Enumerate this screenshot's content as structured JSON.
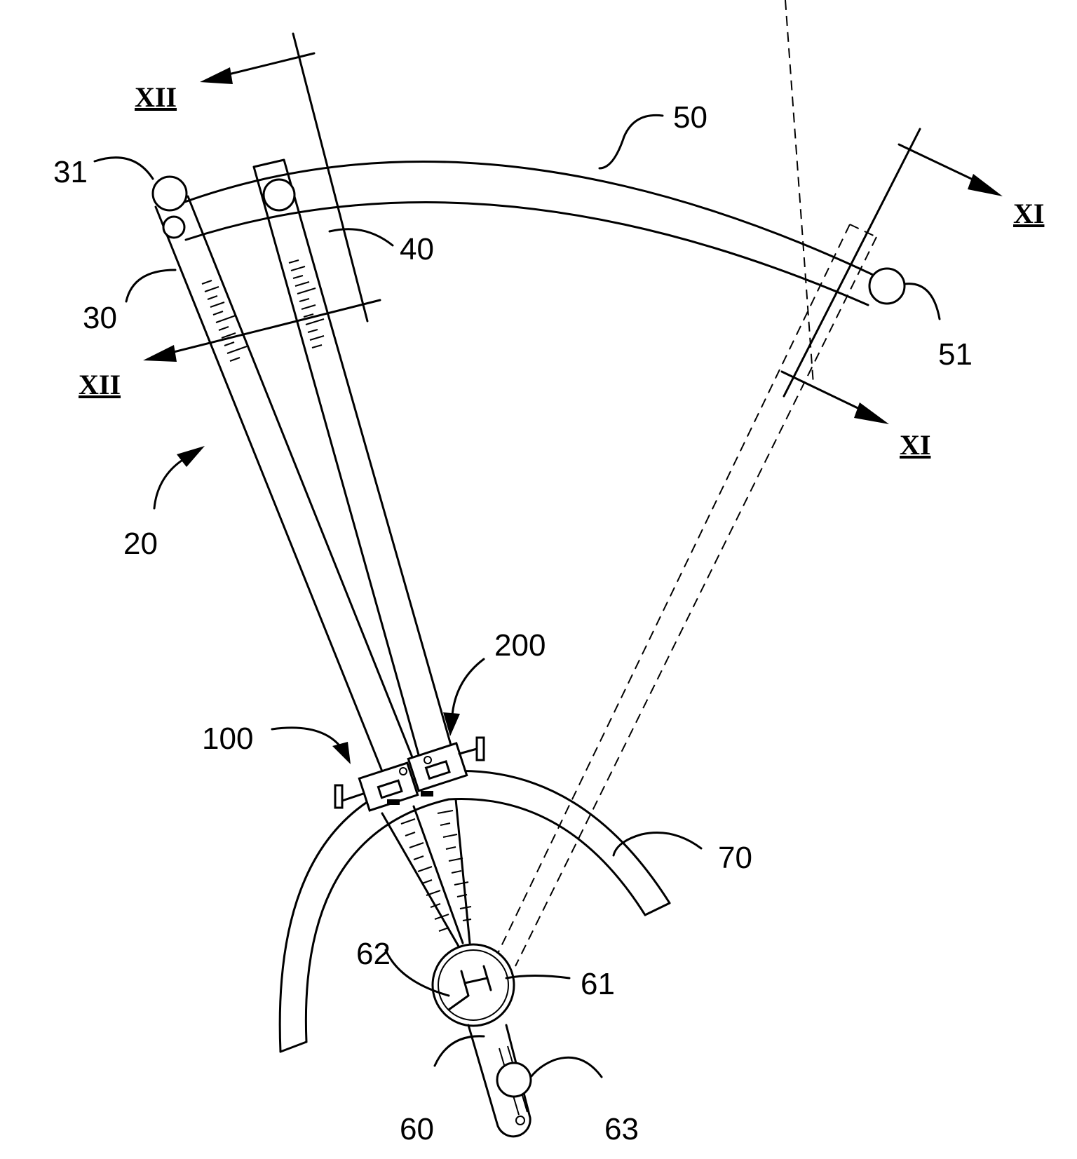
{
  "figure": {
    "section_marks": {
      "xii_top": "XII",
      "xii_bottom": "XII",
      "xi_top": "XI",
      "xi_bottom": "XI"
    },
    "reference_labels": {
      "r20": "20",
      "r30": "30",
      "r31": "31",
      "r40": "40",
      "r50": "50",
      "r51": "51",
      "r60": "60",
      "r61": "61",
      "r62": "62",
      "r63": "63",
      "r70": "70",
      "r100": "100",
      "r200": "200"
    }
  }
}
